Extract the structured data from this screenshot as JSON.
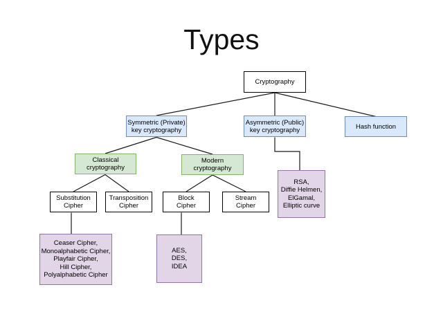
{
  "title": "Types",
  "colors": {
    "background": "#ffffff",
    "text": "#000000",
    "connector": "#1a1a1a",
    "node_white_fill": "#ffffff",
    "node_white_border": "#000000",
    "node_blue_fill": "#dae8fc",
    "node_blue_border": "#6c8ebf",
    "node_green_fill": "#d5e8d4",
    "node_green_border": "#82b366",
    "node_purple_fill": "#e1d5e7",
    "node_purple_border": "#9673a6"
  },
  "nodes": {
    "cryptography": {
      "label": "Cryptography",
      "color": "white"
    },
    "symmetric": {
      "label": "Symmetric (Private)\nkey cryptography",
      "color": "blue"
    },
    "asymmetric": {
      "label": "Asymmetric (Public)\nkey cryptography",
      "color": "blue"
    },
    "hash": {
      "label": "Hash function",
      "color": "blue"
    },
    "classical": {
      "label": "Classical\ncryptography",
      "color": "green"
    },
    "modern": {
      "label": "Modern cryptography",
      "color": "green"
    },
    "asymmetric_examples": {
      "label": "RSA,\nDiffie Helmen,\nElGamal,\nElliptic curve",
      "color": "purple"
    },
    "substitution": {
      "label": "Substitution\nCipher",
      "color": "white"
    },
    "transposition": {
      "label": "Transposition\nCipher",
      "color": "white"
    },
    "block": {
      "label": "Block\nCipher",
      "color": "white"
    },
    "stream": {
      "label": "Stream\nCipher",
      "color": "white"
    },
    "substitution_examples": {
      "label": "Ceaser Cipher,\nMonoalphabetic Cipher,\nPlayfair Cipher,\nHill Cipher,\nPolyalphabetic Cipher",
      "color": "purple"
    },
    "block_examples": {
      "label": "AES,\nDES,\nIDEA",
      "color": "purple"
    }
  },
  "edges": [
    {
      "from": "cryptography",
      "to": "symmetric"
    },
    {
      "from": "cryptography",
      "to": "asymmetric"
    },
    {
      "from": "cryptography",
      "to": "hash"
    },
    {
      "from": "symmetric",
      "to": "classical"
    },
    {
      "from": "symmetric",
      "to": "modern"
    },
    {
      "from": "asymmetric",
      "to": "asymmetric_examples"
    },
    {
      "from": "classical",
      "to": "substitution"
    },
    {
      "from": "classical",
      "to": "transposition"
    },
    {
      "from": "modern",
      "to": "block"
    },
    {
      "from": "modern",
      "to": "stream"
    },
    {
      "from": "substitution",
      "to": "substitution_examples"
    },
    {
      "from": "block",
      "to": "block_examples"
    }
  ]
}
